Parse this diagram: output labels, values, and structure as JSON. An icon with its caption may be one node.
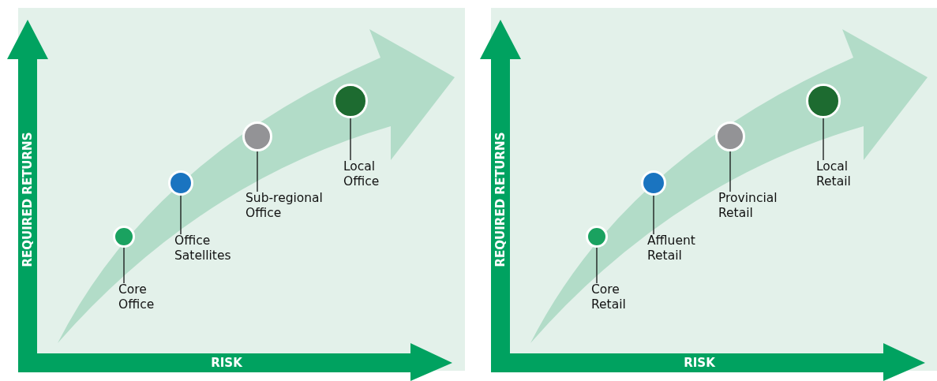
{
  "diagram": {
    "nodes": [
      {
        "text": [],
        "shape": "box"
      },
      {
        "text": [
          "Core Office"
        ],
        "in": 0
      },
      {
        "text": [],
        "shape": "circle",
        "in": 0
      },
      {
        "text": [
          "Office Satellites"
        ],
        "in": 0
      },
      {
        "text": [],
        "shape": "circle",
        "in": 0
      },
      {
        "text": [
          "Sub-regional Office"
        ],
        "in": 0
      },
      {
        "text": [],
        "shape": "circle",
        "in": 0
      },
      {
        "text": [
          "Local Office"
        ],
        "in": 0
      },
      {
        "text": [],
        "shape": "circle",
        "in": 0
      },
      {
        "text": [],
        "shape": "box"
      },
      {
        "text": [
          "Core Retail"
        ],
        "in": 9
      },
      {
        "text": [],
        "shape": "circle",
        "in": 9
      },
      {
        "text": [
          "Affluent Retail"
        ],
        "in": 9
      },
      {
        "text": [],
        "shape": "circle",
        "in": 9
      },
      {
        "text": [
          "Provincial Retail"
        ],
        "in": 9
      },
      {
        "text": [],
        "shape": "circle",
        "in": 9
      },
      {
        "text": [
          "Local Retail"
        ],
        "in": 9
      },
      {
        "text": [],
        "shape": "circle",
        "in": 9
      }
    ],
    "edges": [
      {
        "from": 1,
        "to": 2,
        "arrow": "none"
      },
      {
        "from": 3,
        "to": 4,
        "arrow": "none"
      },
      {
        "from": 5,
        "to": 6,
        "arrow": "none"
      },
      {
        "from": 7,
        "to": 8,
        "arrow": "none"
      },
      {
        "from": 10,
        "to": 11,
        "arrow": "none"
      },
      {
        "from": 12,
        "to": 13,
        "arrow": "none"
      },
      {
        "from": 14,
        "to": 15,
        "arrow": "none"
      },
      {
        "from": 16,
        "to": 17,
        "arrow": "none"
      }
    ],
    "labels": [
      "REQUIRED RETURNS",
      "RISK",
      "REQUIRED RETURNS",
      "RISK"
    ]
  }
}
